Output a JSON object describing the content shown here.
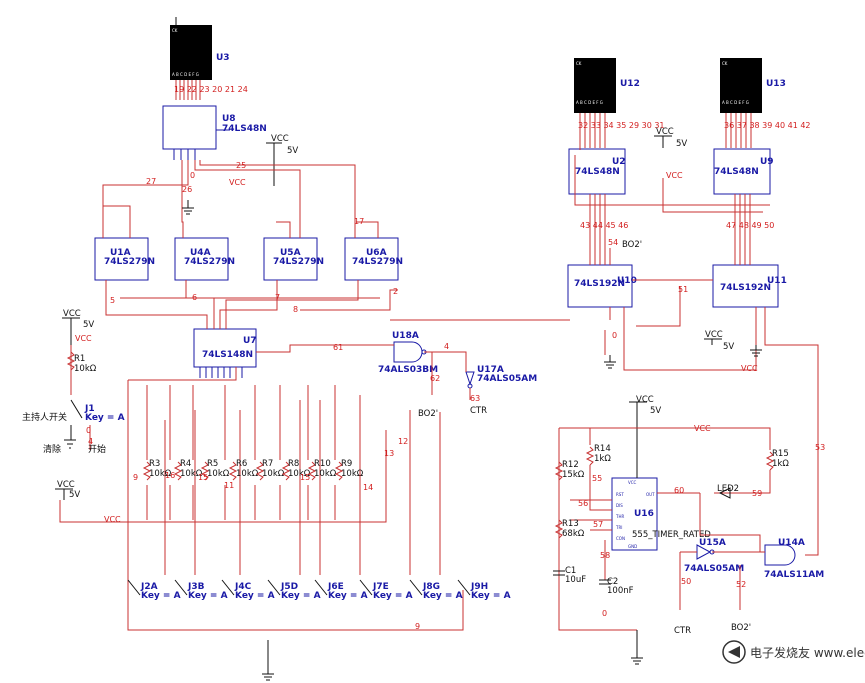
{
  "displays": [
    {
      "ref": "U3",
      "pins": "A B C D E F G",
      "nets": "19 22 23 20 21 24"
    },
    {
      "ref": "U12",
      "pins": "A B C D E F G",
      "nets": "32 33 34 35 29 30 31"
    },
    {
      "ref": "U13",
      "pins": "A B C D E F G",
      "nets": "36 37 38 39 40 41 42"
    }
  ],
  "decoders": [
    {
      "ref": "U8",
      "part": "74LS48N"
    },
    {
      "ref": "U2",
      "part": "74LS48N"
    },
    {
      "ref": "U9",
      "part": "74LS48N"
    }
  ],
  "latches": [
    {
      "ref": "U1A",
      "part": "74LS279N"
    },
    {
      "ref": "U4A",
      "part": "74LS279N"
    },
    {
      "ref": "U5A",
      "part": "74LS279N"
    },
    {
      "ref": "U6A",
      "part": "74LS279N"
    }
  ],
  "encoder": {
    "ref": "U7",
    "part": "74LS148N"
  },
  "counters": [
    {
      "ref": "U10",
      "part": "74LS192N"
    },
    {
      "ref": "U11",
      "part": "74LS192N"
    }
  ],
  "gates": {
    "u18": {
      "ref": "U18A",
      "part": "74ALS03BM"
    },
    "u17": {
      "ref": "U17A",
      "part": "74ALS05AM"
    },
    "u15": {
      "ref": "U15A",
      "part": "74ALS05AM"
    },
    "u14": {
      "ref": "U14A",
      "part": "74ALS11AM"
    }
  },
  "timer": {
    "ref": "U16",
    "part": "555_TIMER_RATED"
  },
  "supply": {
    "vcc": "VCC",
    "volts": "5V"
  },
  "resistors": [
    {
      "ref": "R1",
      "value": "10kΩ"
    },
    {
      "ref": "R3",
      "value": "10kΩ"
    },
    {
      "ref": "R4",
      "value": "10kΩ"
    },
    {
      "ref": "R5",
      "value": "10kΩ"
    },
    {
      "ref": "R6",
      "value": "10kΩ"
    },
    {
      "ref": "R7",
      "value": "10kΩ"
    },
    {
      "ref": "R8",
      "value": "10kΩ"
    },
    {
      "ref": "R10",
      "value": "10kΩ"
    },
    {
      "ref": "R9",
      "value": "10kΩ"
    },
    {
      "ref": "R14",
      "value": "1kΩ"
    },
    {
      "ref": "R15",
      "value": "1kΩ"
    },
    {
      "ref": "R12",
      "value": "15kΩ"
    },
    {
      "ref": "R13",
      "value": "68kΩ"
    }
  ],
  "capacitors": [
    {
      "ref": "C1",
      "value": "10uF"
    },
    {
      "ref": "C2",
      "value": "100nF"
    }
  ],
  "led": {
    "ref": "LED2"
  },
  "main_switch": {
    "ref": "J1",
    "key": "Key = A",
    "label": "主持人开关",
    "clear": "清除",
    "start": "开始"
  },
  "switches": [
    {
      "ref": "J2A",
      "key": "Key = A"
    },
    {
      "ref": "J3B",
      "key": "Key = A"
    },
    {
      "ref": "J4C",
      "key": "Key = A"
    },
    {
      "ref": "J5D",
      "key": "Key = A"
    },
    {
      "ref": "J6E",
      "key": "Key = A"
    },
    {
      "ref": "J7E",
      "key": "Key = A"
    },
    {
      "ref": "J8G",
      "key": "Key = A"
    },
    {
      "ref": "J9H",
      "key": "Key = A"
    }
  ],
  "nets": {
    "n0": "0",
    "n2": "2",
    "n4": "4",
    "n5": "5",
    "n6": "6",
    "n7": "7",
    "n8": "8",
    "n9": "9",
    "n11": "11",
    "n12": "12",
    "n13": "13",
    "n14": "14",
    "n15": "15",
    "n16": "16",
    "n17": "17",
    "n25": "25",
    "n26": "26",
    "n27": "27",
    "n50": "50",
    "n51": "51",
    "n52": "52",
    "n53": "53",
    "n54": "54",
    "n55": "55",
    "n56": "56",
    "n57": "57",
    "n58": "58",
    "n59": "59",
    "n60": "60",
    "n61": "61",
    "n62": "62",
    "n63": "63",
    "u2in": "43 44 45 46",
    "u9in": "47 48 49 50"
  },
  "signals": {
    "bo2": "BO2'",
    "ctr": "CTR"
  },
  "watermark": "电子发烧友 www.elecfans.com"
}
